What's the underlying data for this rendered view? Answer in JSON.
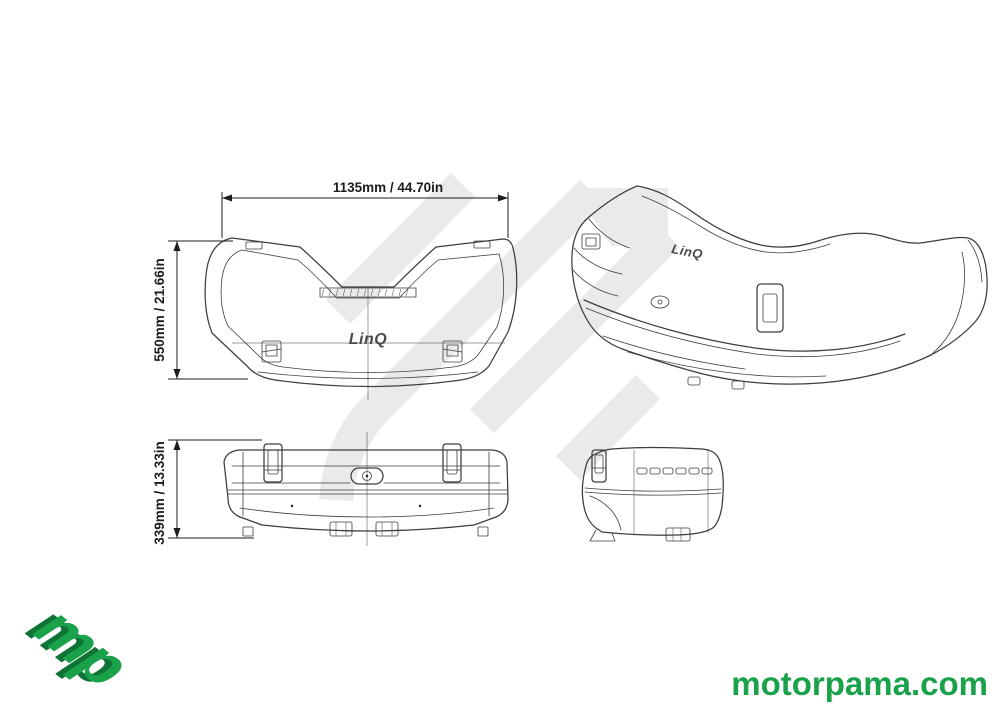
{
  "colors": {
    "background": "#ffffff",
    "line": "#3d3d3d",
    "dim_text": "#1c1c1c",
    "watermark": "#eaeaea",
    "green": "#1aa24b",
    "green_dark": "#0e7334"
  },
  "drawing": {
    "product_logo": "LinQ",
    "dimensions": {
      "width": "1135mm / 44.70in",
      "height": "550mm / 21.66in",
      "box_height": "339mm / 13.33in"
    }
  },
  "branding": {
    "logo_text": "mp",
    "website": "motorpama.com"
  }
}
